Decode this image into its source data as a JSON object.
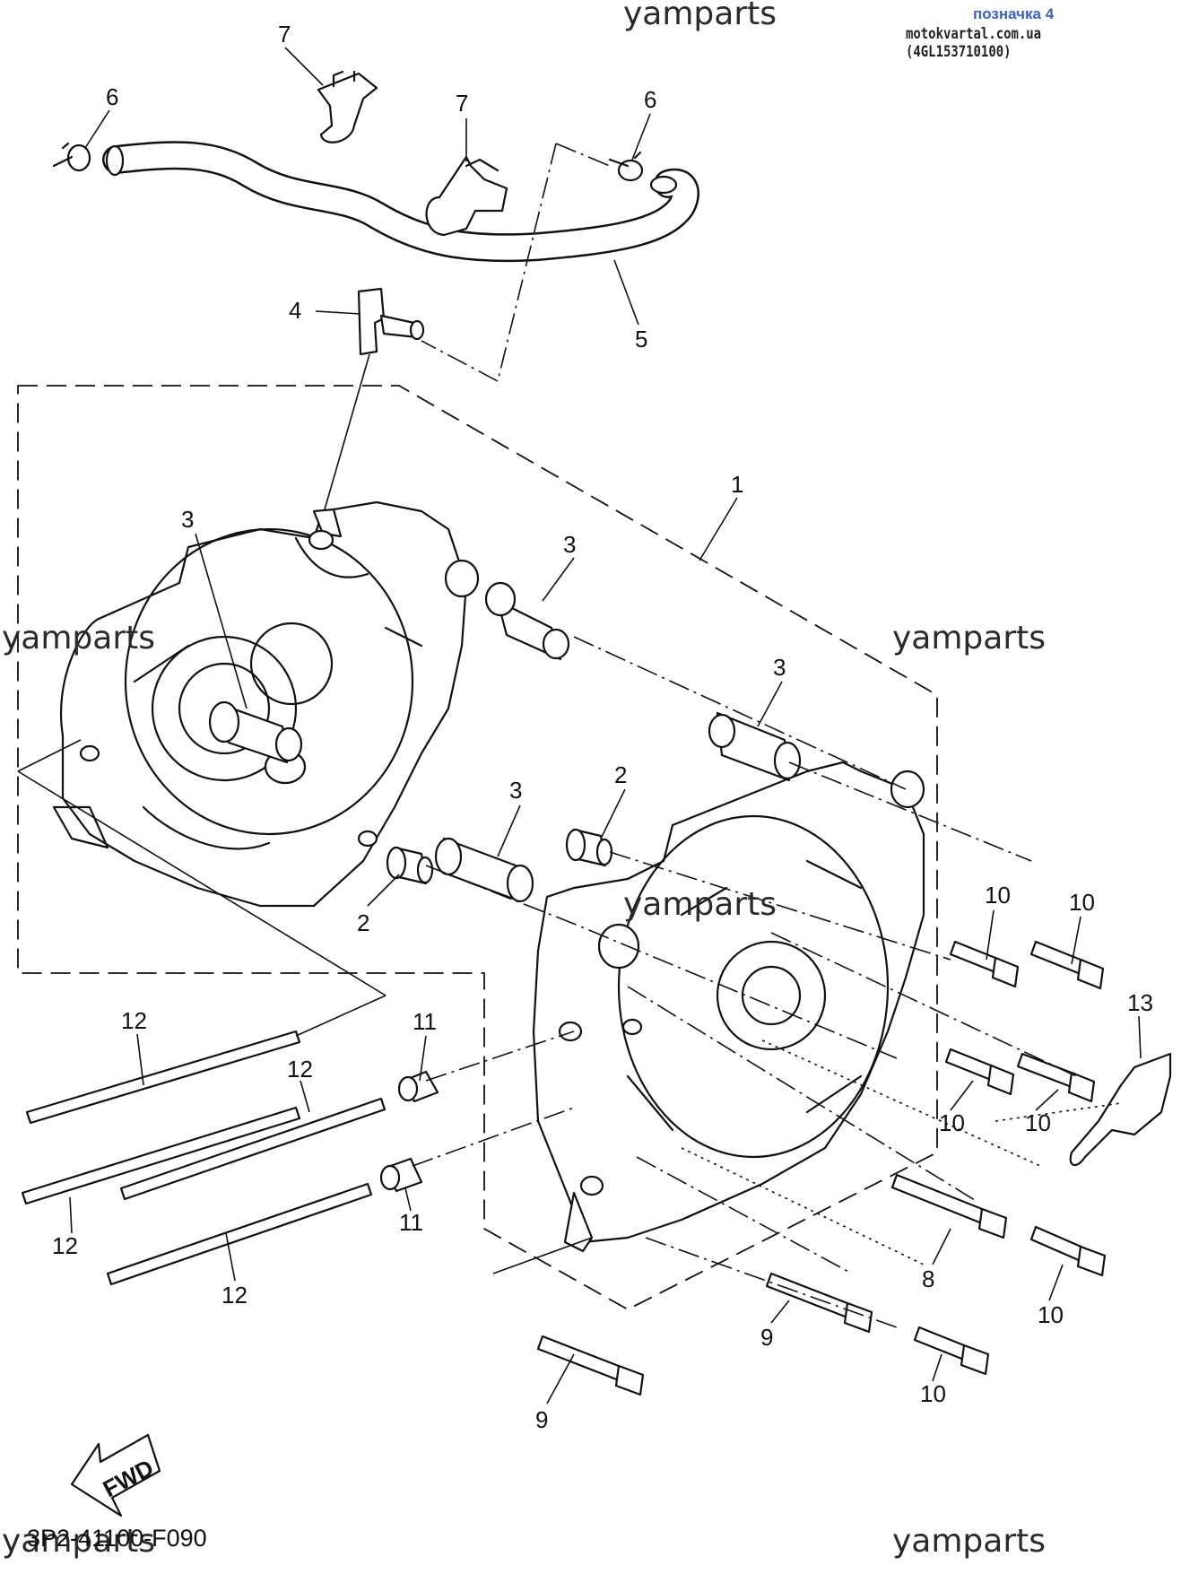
{
  "header": {
    "label": "позначка 4",
    "source": "motokvartal.com.ua (4GL153710100)"
  },
  "watermarks": [
    "yamparts",
    "yamparts",
    "yamparts",
    "yamparts",
    "yamparts",
    "yamparts"
  ],
  "callouts": [
    "1",
    "2",
    "2",
    "3",
    "3",
    "3",
    "3",
    "4",
    "5",
    "6",
    "6",
    "7",
    "7",
    "8",
    "9",
    "9",
    "10",
    "10",
    "10",
    "10",
    "10",
    "10",
    "11",
    "11",
    "12",
    "12",
    "12",
    "12",
    "13"
  ],
  "fwd_arrow": "FWD",
  "diagram_code": "3P2-41100-F090"
}
